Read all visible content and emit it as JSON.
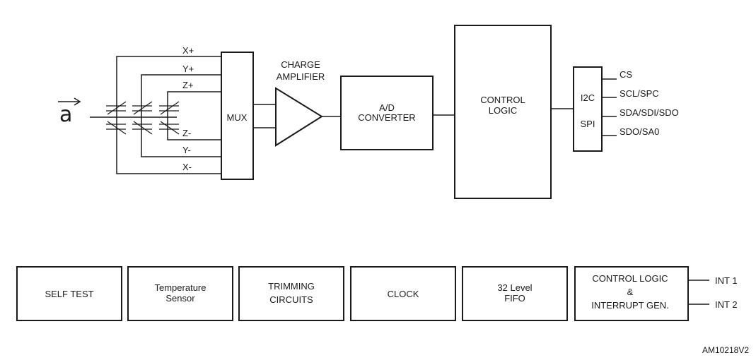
{
  "accel_symbol": "a",
  "axes": {
    "x_plus": "X+",
    "y_plus": "Y+",
    "z_plus": "Z+",
    "z_minus": "Z-",
    "y_minus": "Y-",
    "x_minus": "X-"
  },
  "mux": {
    "label": "MUX"
  },
  "amplifier": {
    "line1": "CHARGE",
    "line2": "AMPLIFIER"
  },
  "adc": {
    "line1": "A/D",
    "line2": "CONVERTER"
  },
  "control_logic": {
    "line1": "CONTROL",
    "line2": "LOGIC"
  },
  "interface": {
    "i2c": "I2C",
    "spi": "SPI"
  },
  "pins": {
    "cs": "CS",
    "scl": "SCL/SPC",
    "sda": "SDA/SDI/SDO",
    "sdo": "SDO/SA0"
  },
  "bottom_blocks": {
    "self_test": "SELF TEST",
    "temperature": {
      "line1": "Temperature",
      "line2": "Sensor"
    },
    "trimming": {
      "line1": "TRIMMING",
      "line2": "CIRCUITS"
    },
    "clock": "CLOCK",
    "fifo": {
      "line1": "32 Level",
      "line2": "FIFO"
    },
    "interrupt": {
      "line1": "CONTROL LOGIC",
      "line2": "&",
      "line3": "INTERRUPT GEN."
    }
  },
  "outputs": {
    "int1": "INT 1",
    "int2": "INT 2"
  },
  "figure_code": "AM10218V2"
}
